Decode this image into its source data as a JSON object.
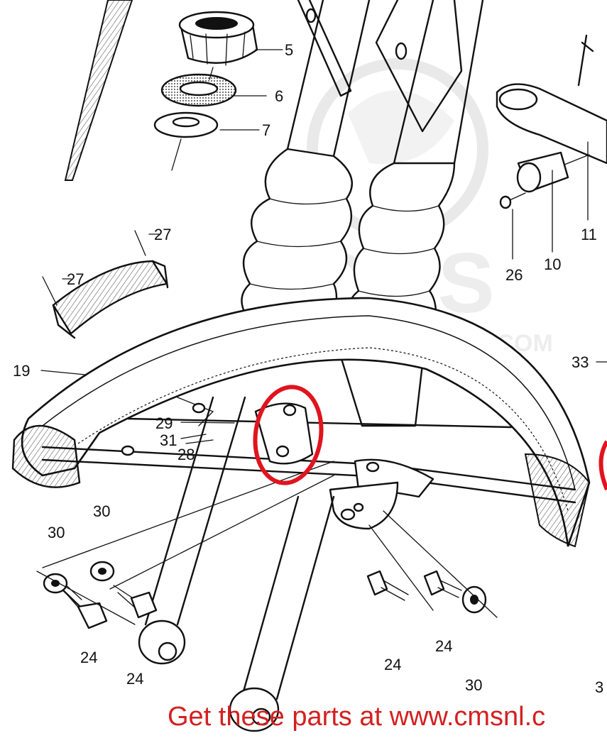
{
  "callouts": [
    "5",
    "6",
    "7",
    "27",
    "27",
    "11",
    "10",
    "26",
    "19",
    "33",
    "29",
    "31",
    "28",
    "30",
    "30",
    "24",
    "24",
    "24",
    "24",
    "30",
    "3"
  ],
  "watermark": {
    "brand": "CMS",
    "domain": ".COM"
  },
  "footer": {
    "text": "Get these parts at www.cmsnl.c"
  },
  "colors": {
    "line_art": "#111111",
    "highlight": "#e0141e",
    "footer_text": "#d42020",
    "watermark": "#cfcfcf"
  }
}
